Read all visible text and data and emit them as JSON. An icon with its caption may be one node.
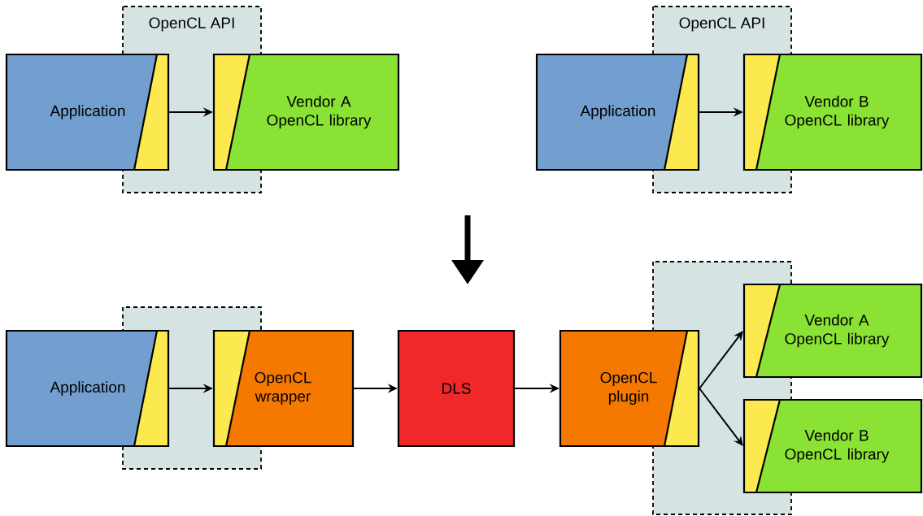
{
  "diagram": {
    "nodes": [
      {
        "text": [
          "Application"
        ]
      },
      {
        "text": [
          "Vendor A OpenCL library"
        ]
      },
      {
        "text": [
          "Application"
        ]
      },
      {
        "text": [
          "Vendor B OpenCL library"
        ]
      },
      {
        "text": [
          "Application"
        ]
      },
      {
        "text": [
          "OpenCL wrapper"
        ]
      },
      {
        "text": [
          "DLS"
        ]
      },
      {
        "text": [
          "OpenCL plugin"
        ]
      },
      {
        "text": [
          "Vendor A OpenCL library"
        ]
      },
      {
        "text": [
          "Vendor B OpenCL library"
        ]
      }
    ],
    "edges": [
      {
        "from": 0,
        "to": 1,
        "arrow": "to"
      },
      {
        "from": 2,
        "to": 3,
        "arrow": "to"
      },
      {
        "from": 4,
        "to": 5,
        "arrow": "to"
      },
      {
        "from": 5,
        "to": 6,
        "arrow": "to"
      },
      {
        "from": 6,
        "to": 7,
        "arrow": "to"
      },
      {
        "from": 7,
        "to": 8,
        "arrow": "to"
      },
      {
        "from": 7,
        "to": 9,
        "arrow": "to"
      }
    ],
    "labels": [
      "OpenCL API",
      "OpenCL API"
    ]
  }
}
